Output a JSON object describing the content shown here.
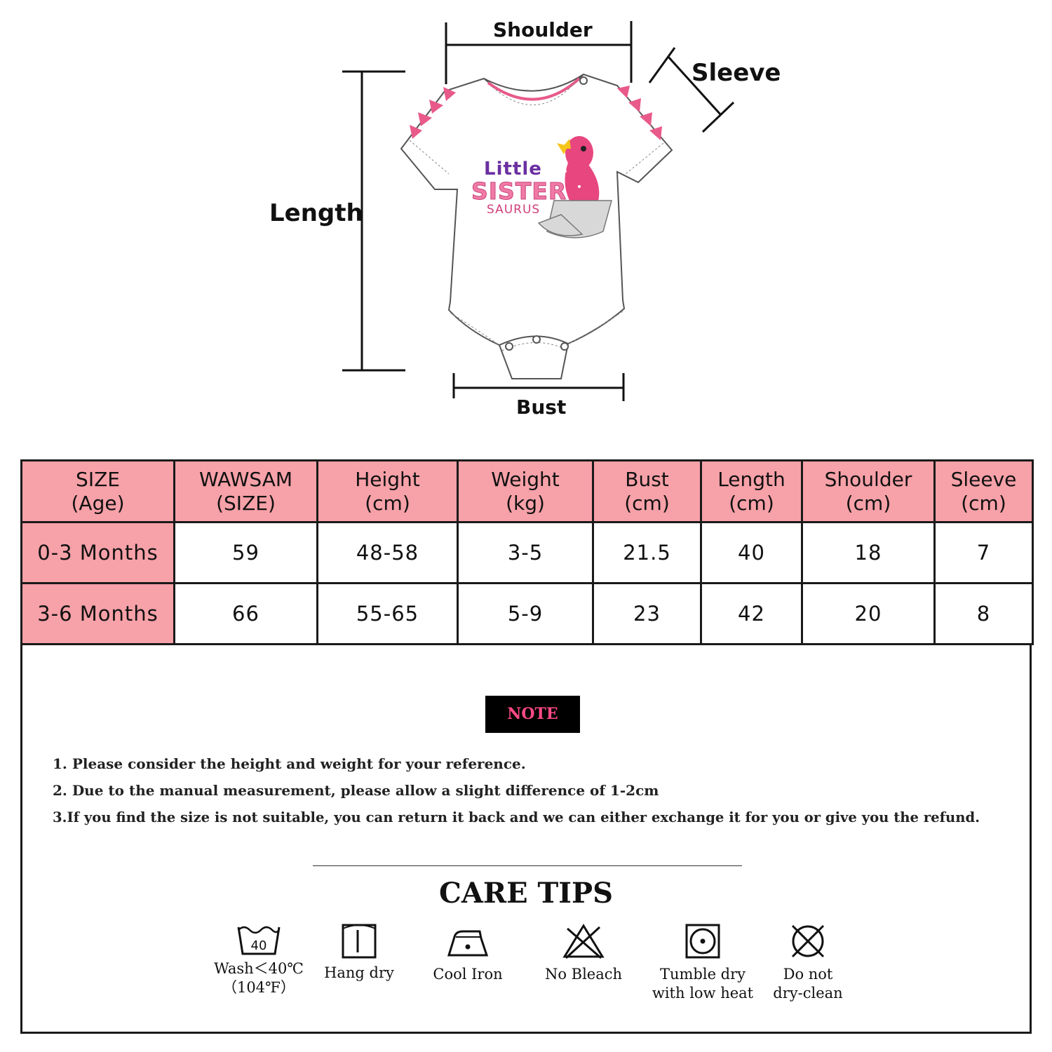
{
  "diagram": {
    "labels": {
      "shoulder": "Shoulder",
      "sleeve": "Sleeve",
      "length": "Length",
      "bust": "Bust"
    },
    "print": {
      "line1": "Little",
      "line2": "SISTER",
      "line3": "SAURUS"
    },
    "colors": {
      "trim_pink": "#e85a8a",
      "outline": "#555555"
    }
  },
  "size_table": {
    "headers": [
      {
        "line1": "SIZE",
        "line2": "(Age)"
      },
      {
        "line1": "WAWSAM",
        "line2": "(SIZE)"
      },
      {
        "line1": "Height",
        "line2": "(cm)"
      },
      {
        "line1": "Weight",
        "line2": "(kg)"
      },
      {
        "line1": "Bust",
        "line2": "(cm)"
      },
      {
        "line1": "Length",
        "line2": "(cm)"
      },
      {
        "line1": "Shoulder",
        "line2": "(cm)"
      },
      {
        "line1": "Sleeve",
        "line2": "(cm)"
      }
    ],
    "rows": [
      [
        "0-3 Months",
        "59",
        "48-58",
        "3-5",
        "21.5",
        "40",
        "18",
        "7"
      ],
      [
        "3-6 Months",
        "66",
        "55-65",
        "5-9",
        "23",
        "42",
        "20",
        "8"
      ]
    ],
    "header_color": "#f7a1a8"
  },
  "note": {
    "badge": "NOTE",
    "badge_text_color": "#ff4a86",
    "lines": [
      "1. Please consider the height and weight for your reference.",
      "2. Due to the manual measurement, please allow a slight difference of 1-2cm",
      "3.If you find the size is not suitable, you can return it back and we can either exchange it for you or give you the refund."
    ]
  },
  "care": {
    "title": "CARE TIPS",
    "items": [
      {
        "icon": "wash-40-icon",
        "icon_text": "40",
        "line1": "Wash＜40℃",
        "line2": "（104℉）"
      },
      {
        "icon": "hang-dry-icon",
        "line1": "Hang dry",
        "line2": ""
      },
      {
        "icon": "cool-iron-icon",
        "line1": "Cool Iron",
        "line2": ""
      },
      {
        "icon": "no-bleach-icon",
        "line1": "No Bleach",
        "line2": ""
      },
      {
        "icon": "tumble-dry-low-icon",
        "line1": "Tumble dry",
        "line2": "with low heat"
      },
      {
        "icon": "no-dry-clean-icon",
        "line1": "Do not",
        "line2": "dry-clean"
      }
    ]
  }
}
